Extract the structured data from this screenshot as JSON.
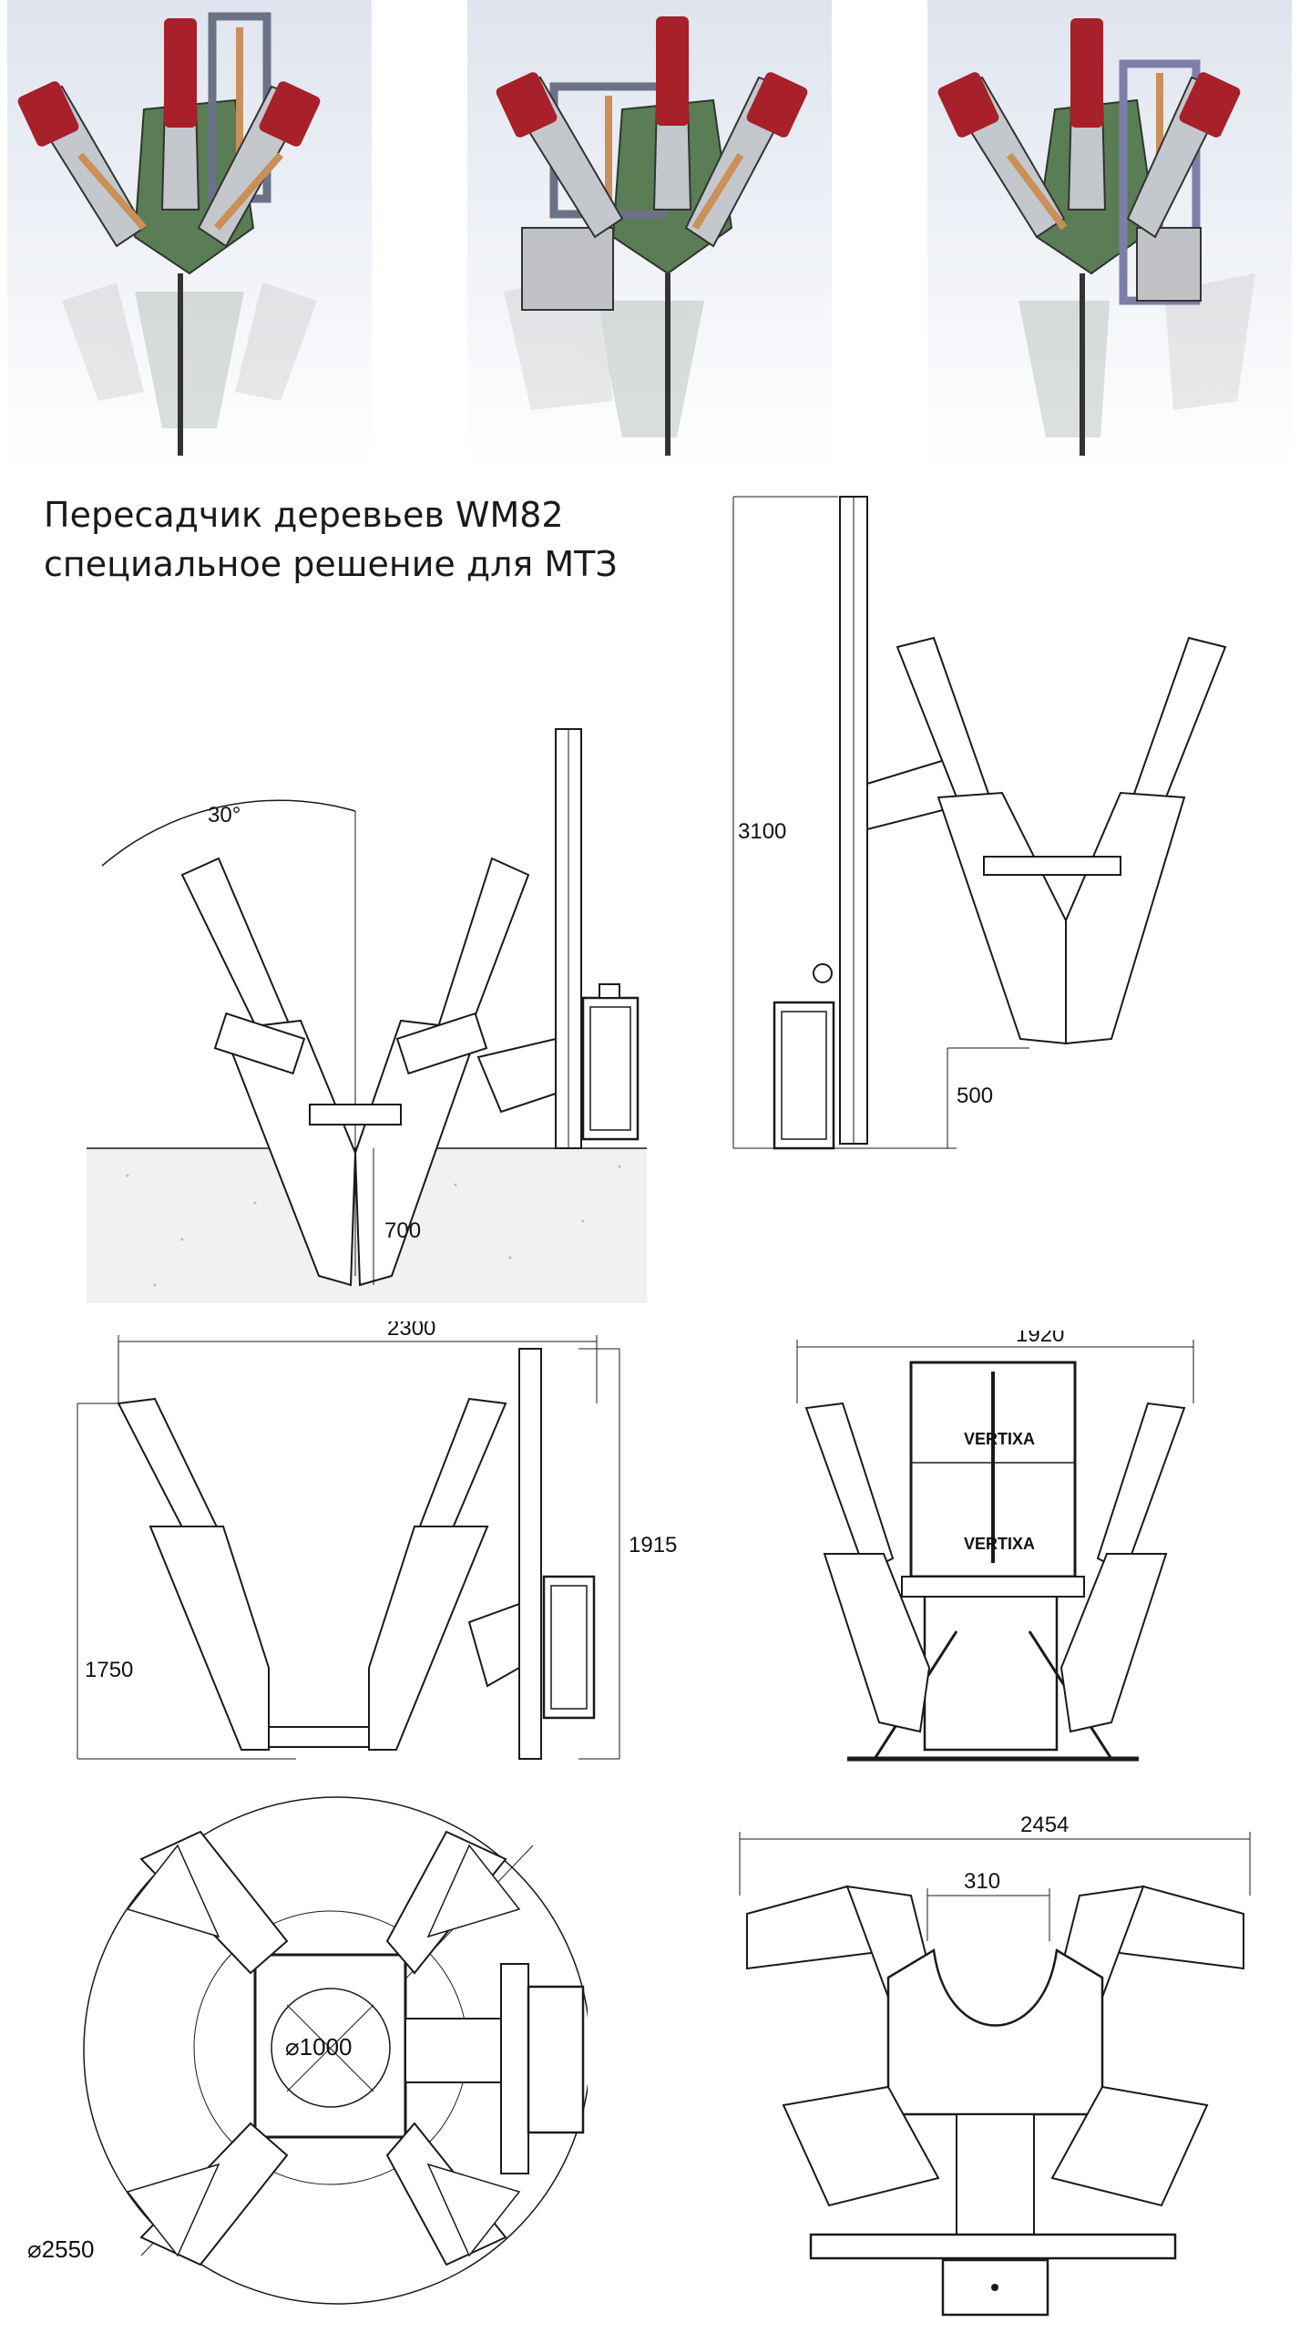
{
  "title": {
    "line1": "Пересадчик деревьев WM82",
    "line2": "специальное решение для МТЗ"
  },
  "renders": [
    {
      "id": "render-left"
    },
    {
      "id": "render-center"
    },
    {
      "id": "render-right"
    }
  ],
  "dimensions": {
    "angle": "30°",
    "dig_depth": "700",
    "total_height": "3100",
    "ground_clearance": "500",
    "side_width": "2300",
    "side_height_frame": "1915",
    "side_height_blades": "1750",
    "front_width": "1920",
    "outer_diameter": "⌀2550",
    "inner_diameter": "⌀1000",
    "open_width": "2454",
    "open_gap": "310"
  },
  "brand_label": "VERTIXA",
  "colors": {
    "line": "#1a1a1a",
    "blade_red": "#a8202a",
    "blade_green": "#5a7d55",
    "frame_gray": "#8a8fa3",
    "hydraulic_orange": "#c9905a"
  }
}
